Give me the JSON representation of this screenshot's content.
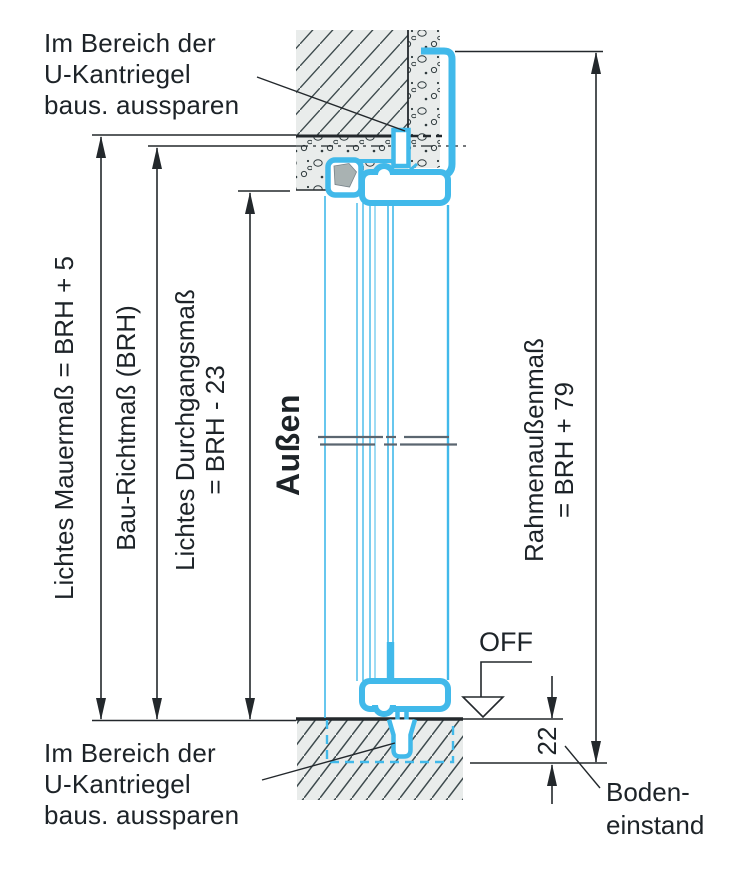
{
  "notes": {
    "top": {
      "lines": [
        "Im Bereich der",
        "U-Kantriegel",
        "baus. aussparen"
      ]
    },
    "bottom": {
      "lines": [
        "Im Bereich der",
        "U-Kantriegel",
        "baus. aussparen"
      ]
    }
  },
  "labels": {
    "outside": "Außen",
    "off_level": "OFF",
    "floor_recess": {
      "lines": [
        "Boden-",
        "einstand"
      ]
    }
  },
  "dimensions": {
    "clear_wall_opening": "Lichtes Mauermaß = BRH + 5",
    "build_reference": "Bau-Richtmaß (BRH)",
    "clear_passage": {
      "lines": [
        "Lichtes Durchgangsmaß",
        "= BRH - 23"
      ]
    },
    "frame_outer": {
      "lines": [
        "Rahmenaußenmaß",
        "= BRH + 79"
      ]
    },
    "floor_recess_depth": "22"
  },
  "colors": {
    "frame_profile_cyan": "#41b9ea",
    "drawing_line_dark": "#23282c",
    "hatch_fill": "#e9eceb",
    "hatch_line": "#3d4a4d",
    "seal_gray": "#a9b2b2"
  }
}
